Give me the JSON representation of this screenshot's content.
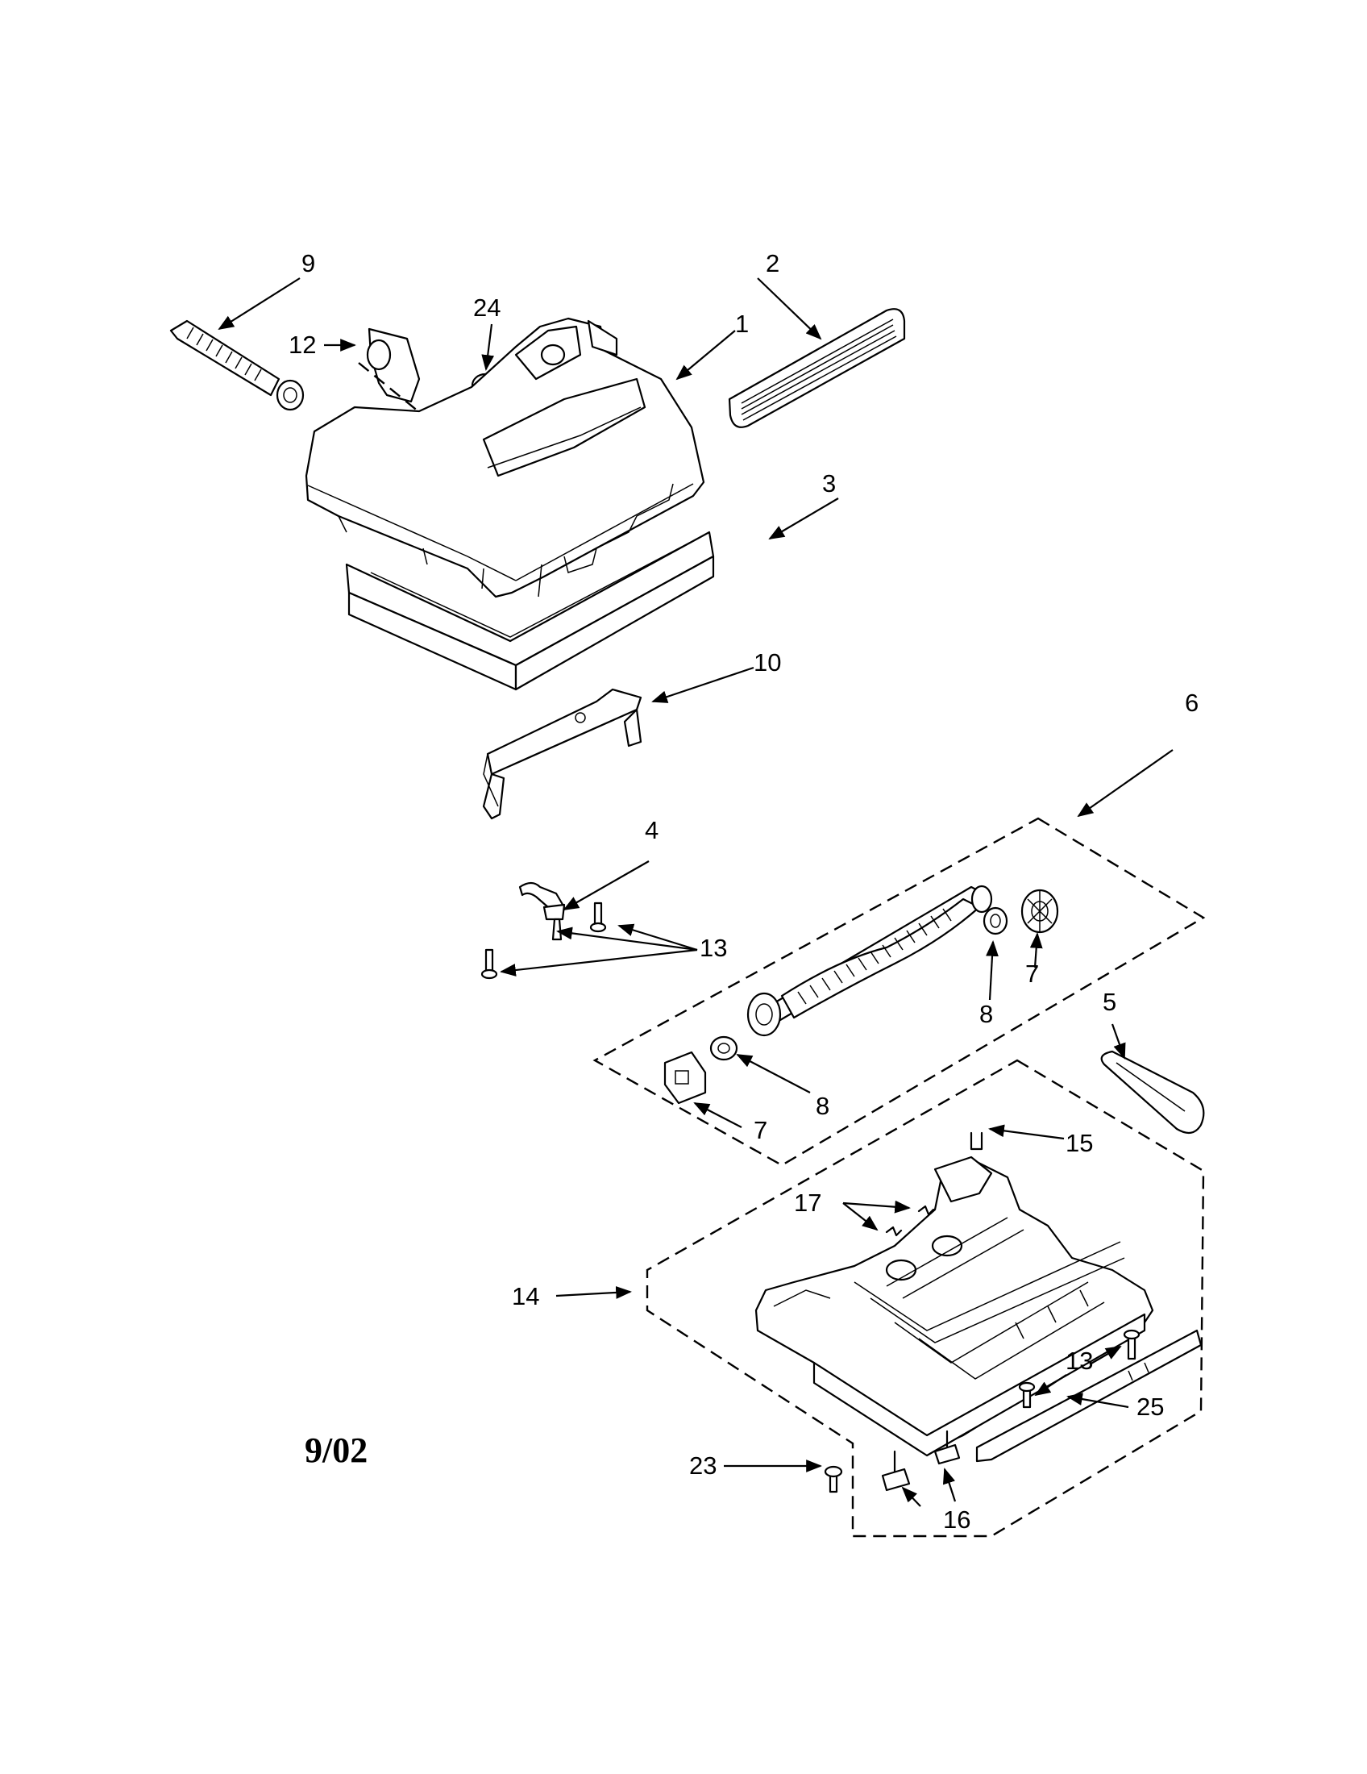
{
  "callouts": {
    "c1": "1",
    "c2": "2",
    "c3": "3",
    "c4": "4",
    "c5": "5",
    "c6": "6",
    "c7a": "7",
    "c7b": "7",
    "c8a": "8",
    "c8b": "8",
    "c9": "9",
    "c10": "10",
    "c12": "12",
    "c13a": "13",
    "c13b": "13",
    "c14": "14",
    "c15": "15",
    "c16": "16",
    "c17": "17",
    "c23": "23",
    "c24": "24",
    "c25": "25"
  },
  "date_code": "9/02"
}
